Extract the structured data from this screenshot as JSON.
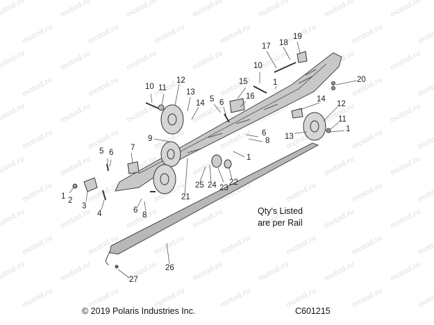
{
  "watermark": "motod.ru",
  "note": [
    "Qty's Listed",
    "are per Rail"
  ],
  "copyright": "© 2019 Polaris Industries Inc.",
  "diagram_code": "C601215",
  "callouts": [
    "1",
    "2",
    "3",
    "4",
    "5",
    "6",
    "7",
    "8",
    "9",
    "10",
    "11",
    "12",
    "13",
    "14",
    "15",
    "16",
    "17",
    "18",
    "19",
    "20",
    "21",
    "22",
    "23",
    "24",
    "25",
    "26",
    "27"
  ]
}
